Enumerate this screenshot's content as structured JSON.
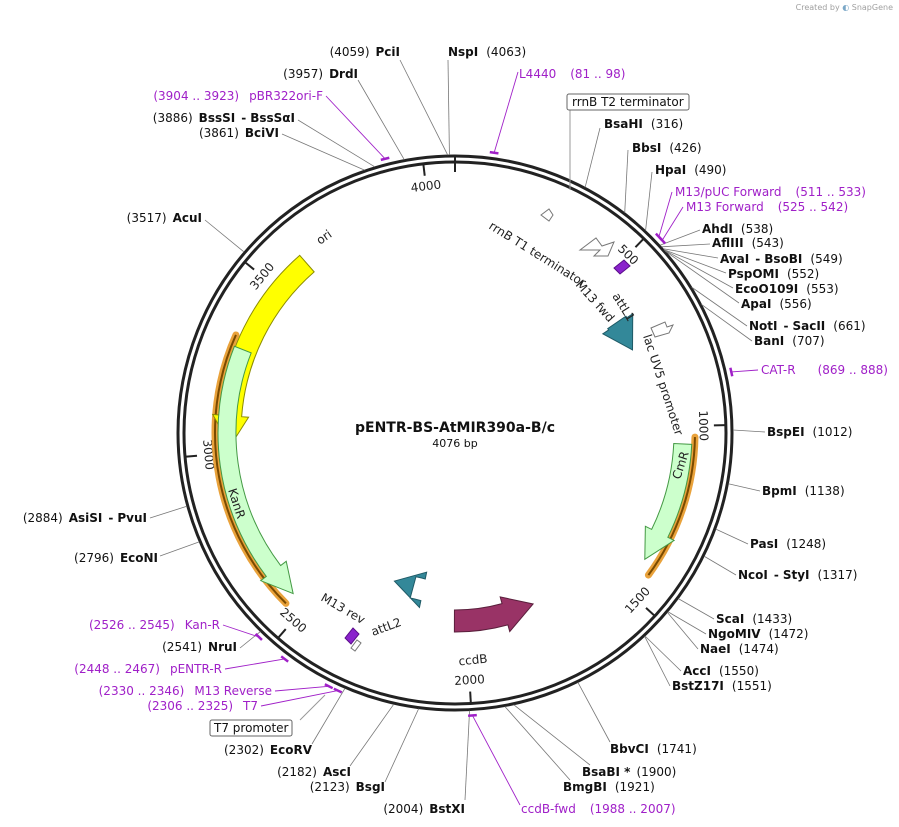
{
  "brand": {
    "created_by": "Created by",
    "app": "SnapGene"
  },
  "plasmid": {
    "name": "pENTR-BS-AtMIR390a-B/c",
    "length_label": "4076 bp",
    "length": 4076
  },
  "ticks": [
    {
      "bp": 500,
      "label": "500"
    },
    {
      "bp": 1000,
      "label": "1000"
    },
    {
      "bp": 1500,
      "label": "1500"
    },
    {
      "bp": 2000,
      "label": "2000"
    },
    {
      "bp": 2500,
      "label": "2500"
    },
    {
      "bp": 3000,
      "label": "3000"
    },
    {
      "bp": 3500,
      "label": "3500"
    },
    {
      "bp": 4000,
      "label": "4000"
    }
  ],
  "features": [
    {
      "name": "ori",
      "start": 3020,
      "end": 3610,
      "direction": "reverse",
      "color": "#ffff00",
      "stroke": "#8c8c00",
      "radius": 225,
      "width": 22
    },
    {
      "name": "KanR",
      "start": 2550,
      "end": 3300,
      "direction": "reverse",
      "color": "#ccffcc",
      "stroke": "#449944",
      "radius": 228,
      "width": 18
    },
    {
      "name": "CmR",
      "start": 1050,
      "end": 1400,
      "direction": "forward",
      "color": "#ccffcc",
      "stroke": "#449944",
      "radius": 228,
      "width": 18
    },
    {
      "name": "ccdB",
      "start": 1760,
      "end": 2040,
      "direction": "reverse",
      "color": "#993366",
      "stroke": "#5a1f3c",
      "radius": 188,
      "width": 22
    },
    {
      "name": "attL1",
      "start": 630,
      "end": 735,
      "direction": "forward",
      "color": "#338899",
      "stroke": "#1f5a66",
      "radius": 196,
      "width": 22
    },
    {
      "name": "attL2",
      "start": 2210,
      "end": 2290,
      "direction": "forward",
      "color": "#338899",
      "stroke": "#1f5a66",
      "radius": 160,
      "width": 22
    }
  ],
  "feature_labels": [
    {
      "text": "rrnB T1 terminator"
    },
    {
      "text": "M13 fwd"
    },
    {
      "text": "attL1"
    },
    {
      "text": "lac UV5 promoter"
    },
    {
      "text": "CmR"
    },
    {
      "text": "ori"
    },
    {
      "text": "KanR"
    },
    {
      "text": "ccdB"
    },
    {
      "text": "attL2"
    },
    {
      "text": "M13 rev"
    }
  ],
  "orange_arcs": [
    {
      "start": 1030,
      "end": 1430,
      "direction": "forward"
    },
    {
      "start": 2545,
      "end": 3330,
      "direction": "reverse"
    }
  ],
  "boxed_labels": [
    {
      "text": "rrnB T2 terminator"
    },
    {
      "text": "T7 promoter"
    }
  ],
  "sites": [
    {
      "name": "PciI",
      "pos": "(4059)",
      "bp": 4059
    },
    {
      "name": "NspI",
      "pos": "(4063)",
      "bp": 4063
    },
    {
      "name": "DrdI",
      "pos": "(3957)",
      "bp": 3957
    },
    {
      "name": "BssSI",
      "name2": "BssSαI",
      "pos": "(3886)",
      "bp": 3886
    },
    {
      "name": "BciVI",
      "pos": "(3861)",
      "bp": 3861
    },
    {
      "name": "AcuI",
      "pos": "(3517)",
      "bp": 3517
    },
    {
      "name": "BsaHI",
      "pos": "(316)",
      "bp": 316
    },
    {
      "name": "BbsI",
      "pos": "(426)",
      "bp": 426
    },
    {
      "name": "HpaI",
      "pos": "(490)",
      "bp": 490
    },
    {
      "name": "AhdI",
      "pos": "(538)",
      "bp": 538
    },
    {
      "name": "AflIII",
      "pos": "(543)",
      "bp": 543
    },
    {
      "name": "AvaI",
      "name2": "BsoBI",
      "pos": "(549)",
      "bp": 549
    },
    {
      "name": "PspOMI",
      "pos": "(552)",
      "bp": 552
    },
    {
      "name": "EcoO109I",
      "pos": "(553)",
      "bp": 553
    },
    {
      "name": "ApaI",
      "pos": "(556)",
      "bp": 556
    },
    {
      "name": "NotI",
      "name2": "SacII",
      "pos": "(661)",
      "bp": 661
    },
    {
      "name": "BanI",
      "pos": "(707)",
      "bp": 707
    },
    {
      "name": "BspEI",
      "pos": "(1012)",
      "bp": 1012
    },
    {
      "name": "BpmI",
      "pos": "(1138)",
      "bp": 1138
    },
    {
      "name": "PasI",
      "pos": "(1248)",
      "bp": 1248
    },
    {
      "name": "NcoI",
      "name2": "StyI",
      "pos": "(1317)",
      "bp": 1317
    },
    {
      "name": "ScaI",
      "pos": "(1433)",
      "bp": 1433
    },
    {
      "name": "NgoMIV",
      "pos": "(1472)",
      "bp": 1472
    },
    {
      "name": "NaeI",
      "pos": "(1474)",
      "bp": 1474
    },
    {
      "name": "AccI",
      "pos": "(1550)",
      "bp": 1550
    },
    {
      "name": "BstZ17I",
      "pos": "(1551)",
      "bp": 1551
    },
    {
      "name": "BbvCI",
      "pos": "(1741)",
      "bp": 1741
    },
    {
      "name": "BsaBI *",
      "pos": "(1900)",
      "bp": 1900
    },
    {
      "name": "BmgBI",
      "pos": "(1921)",
      "bp": 1921
    },
    {
      "name": "BstXI",
      "pos": "(2004)",
      "bp": 2004
    },
    {
      "name": "BsgI",
      "pos": "(2123)",
      "bp": 2123
    },
    {
      "name": "AscI",
      "pos": "(2182)",
      "bp": 2182
    },
    {
      "name": "EcoRV",
      "pos": "(2302)",
      "bp": 2302
    },
    {
      "name": "NruI",
      "pos": "(2541)",
      "bp": 2541
    },
    {
      "name": "EcoNI",
      "pos": "(2796)",
      "bp": 2796
    },
    {
      "name": "AsiSI",
      "name2": "PvuI",
      "pos": "(2884)",
      "bp": 2884
    }
  ],
  "primers": [
    {
      "name": "L4440",
      "range": "(81 .. 98)",
      "bp": 90
    },
    {
      "name": "pBR322ori-F",
      "range": "(3904 .. 3923)",
      "bp": 3914
    },
    {
      "name": "M13/pUC Forward",
      "range": "(511 .. 533)",
      "bp": 522
    },
    {
      "name": "M13 Forward",
      "range": "(525 .. 542)",
      "bp": 533
    },
    {
      "name": "CAT-R",
      "range": "(869 .. 888)",
      "bp": 878
    },
    {
      "name": "ccdB-fwd",
      "range": "(1988 .. 2007)",
      "bp": 1998
    },
    {
      "name": "Kan-R",
      "range": "(2526 .. 2545)",
      "bp": 2535
    },
    {
      "name": "pENTR-R",
      "range": "(2448 .. 2467)",
      "bp": 2457
    },
    {
      "name": "M13 Reverse",
      "range": "(2330 .. 2346)",
      "bp": 2338
    },
    {
      "name": "T7",
      "range": "(2306 .. 2325)",
      "bp": 2315
    }
  ]
}
